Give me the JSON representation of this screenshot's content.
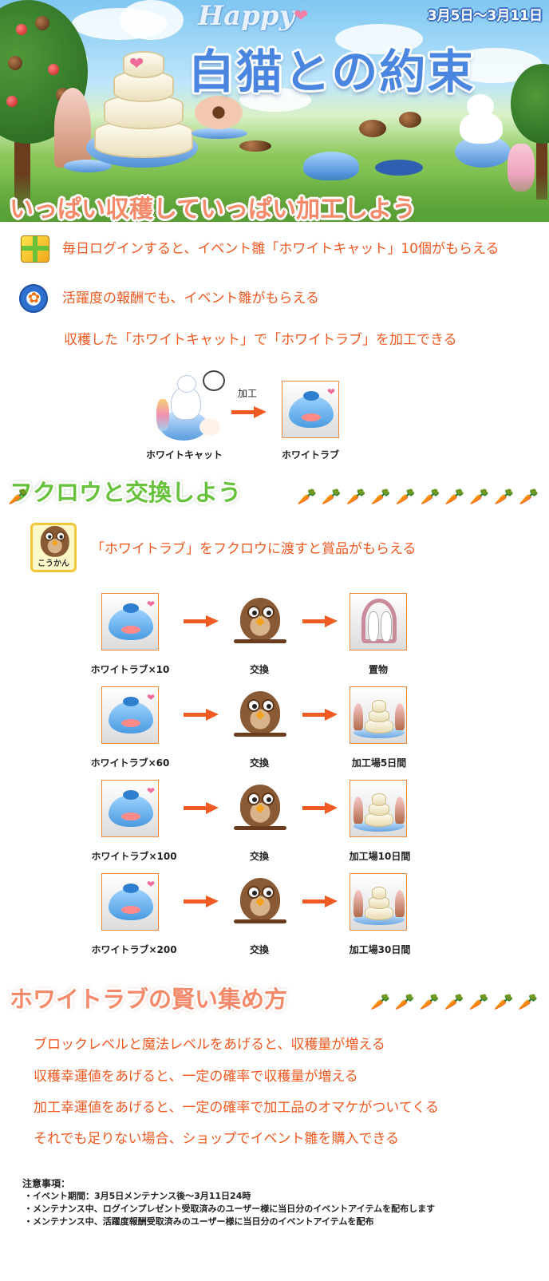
{
  "banner": {
    "happy": "Happy",
    "title": "白猫との約束",
    "date_range": "3月5日〜3月11日"
  },
  "section1": {
    "title": "いっぱい収穫していっぱい加工しよう",
    "lines": [
      "毎日ログインすると、イベント雛「ホワイトキャット」10個がもらえる",
      "活躍度の報酬でも、イベント雛がもらえる",
      "収穫した「ホワイトキャット」で「ホワイトラブ」を加工できる"
    ],
    "process_label": "加工",
    "source_item": "ホワイトキャット",
    "product_item": "ホワイトラブ"
  },
  "section2": {
    "title": "フクロウと交換しよう",
    "owl_badge": "こうかん",
    "description": "「ホワイトラブ」をフクロウに渡すと賞品がもらえる",
    "exchanges": [
      {
        "cost": "ホワイトラブ×10",
        "action": "交換",
        "reward": "置物"
      },
      {
        "cost": "ホワイトラブ×60",
        "action": "交換",
        "reward": "加工場5日間"
      },
      {
        "cost": "ホワイトラブ×100",
        "action": "交換",
        "reward": "加工場10日間"
      },
      {
        "cost": "ホワイトラブ×200",
        "action": "交換",
        "reward": "加工場30日間"
      }
    ]
  },
  "section3": {
    "title": "ホワイトラブの賢い集め方",
    "tips": [
      "ブロックレベルと魔法レベルをあげると、収穫量が増える",
      "収穫幸運値をあげると、一定の確率で収穫量が増える",
      "加工幸運値をあげると、一定の確率で加工品のオマケがついてくる",
      "それでも足りない場合、ショップでイベント雛を購入できる"
    ]
  },
  "notes": {
    "title": "注意事項：",
    "items": [
      "・イベント期間：3月5日メンテナンス後〜3月11日24時",
      "・メンテナンス中、ログインプレゼント受取済みのユーザー様に当日分のイベントアイテムを配布します",
      "・メンテナンス中、活躍度報酬受取済みのユーザー様に当日分のイベントアイテムを配布"
    ]
  },
  "icons": {
    "gift": "gift-box-icon",
    "medal": "medal-flower-icon",
    "carrot": "carrot-icon",
    "heart": "heart-icon",
    "owl": "owl-icon",
    "arrow": "arrow-right-icon"
  },
  "colors": {
    "accent_orange": "#f15a22",
    "title_blue": "#4a86e0",
    "section_green": "#66c23a",
    "section_salmon": "#f48a6a"
  }
}
